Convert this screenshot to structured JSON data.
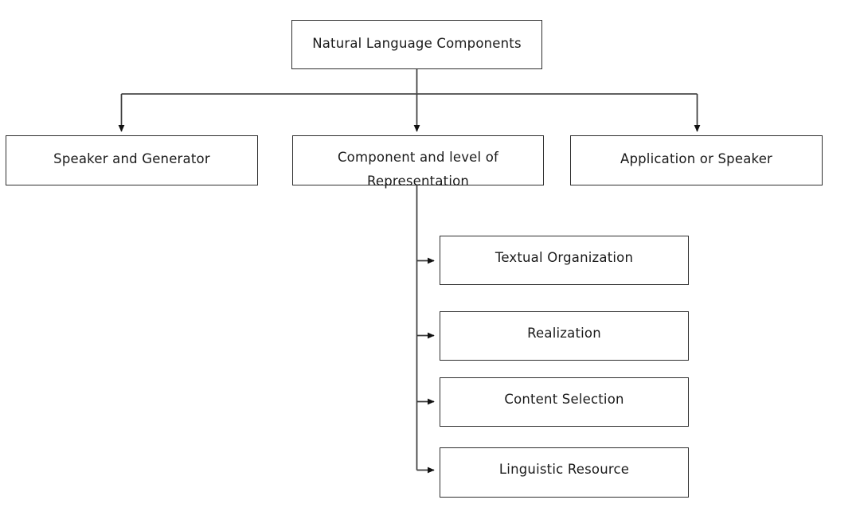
{
  "diagram": {
    "title": "Natural Language Components",
    "type": "hierarchical-flowchart",
    "orientation": "top-down",
    "background_color": "#ffffff",
    "stroke_color": "#2f2f2f",
    "text_color": "#1a1a1a",
    "root": {
      "id": "natural-language-components",
      "label": "Natural Language Components"
    },
    "tier2": [
      {
        "id": "speaker-and-generator",
        "label": "Speaker and Generator"
      },
      {
        "id": "component-and-level-of-representation",
        "label_line1": "Component and level of",
        "label_line2": "Representation"
      },
      {
        "id": "application-or-speaker",
        "label": "Application or Speaker"
      }
    ],
    "tier3": [
      {
        "id": "textual-organization",
        "label": "Textual Organization"
      },
      {
        "id": "realization",
        "label": "Realization"
      },
      {
        "id": "content-selection",
        "label": "Content Selection"
      },
      {
        "id": "linguistic-resource",
        "label": "Linguistic Resource"
      }
    ],
    "watermark": ""
  }
}
